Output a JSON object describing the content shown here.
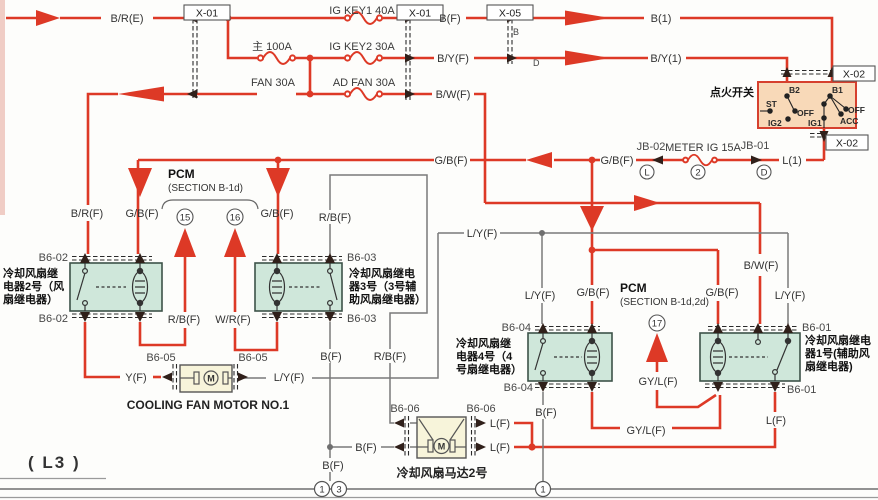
{
  "diagram": {
    "sheet": "( L3 )",
    "w": {
      "bre": "B/R(E)",
      "bf": "B(F)",
      "byf": "B/Y(F)",
      "bwf": "B/W(F)",
      "b1": "B(1)",
      "by1": "B/Y(1)",
      "l1": "L(1)",
      "gbf": "G/B(F)",
      "brf": "B/R(F)",
      "rbf": "R/B(F)",
      "wrf": "W/R(F)",
      "yf": "Y(F)",
      "lyf": "L/Y(F)",
      "gylf": "GY/L(F)",
      "lf": "L(F)"
    },
    "fuses": {
      "main": "主 100A",
      "igkey1": "IG KEY1 40A",
      "igkey2": "IG KEY2 30A",
      "fan": "FAN 30A",
      "adfan": "AD FAN 30A",
      "meterig": "METER IG 15A"
    },
    "connectors": {
      "x01": "X-01",
      "x05": "X-05",
      "x02": "X-02",
      "jb01": "JB-01",
      "jb02": "JB-02",
      "b601": "B6-01",
      "b602": "B6-02",
      "b603": "B6-03",
      "b604": "B6-04",
      "b605": "B6-05",
      "b606": "B6-06"
    },
    "pins": {
      "b": "B",
      "d": "D",
      "jbl": "L",
      "jbd": "D",
      "f2": "2",
      "p15": "15",
      "p16": "16",
      "p17": "17",
      "g1": "1",
      "g3": "3",
      "m": "M"
    },
    "ignition": {
      "title": "点火开关",
      "st": "ST",
      "b2": "B2",
      "b1": "B1",
      "off1": "OFF",
      "off2": "OFF",
      "ig2": "IG2",
      "ig1": "IG1",
      "acc": "ACC"
    },
    "pcm_left": {
      "name": "PCM",
      "section": "(SECTION B-1d)"
    },
    "pcm_right": {
      "name": "PCM",
      "section": "(SECTION B-1d,2d)"
    },
    "relay2": [
      "冷却风扇继",
      "电器2号（风",
      "扇继电器）"
    ],
    "relay3": [
      "冷却风扇继电",
      "器3号（3号辅",
      "助风扇继电器）"
    ],
    "relay4": [
      "冷却风扇继",
      "电器4号（4",
      "号扇继电器）"
    ],
    "relay1": [
      "冷却风扇继电",
      "器1号(辅助风",
      "扇继电器)"
    ],
    "motor1": "COOLING FAN MOTOR NO.1",
    "motor2": "冷却风扇马达2号",
    "colors": {
      "power": "#dd3926",
      "signal": "#7a7a7a",
      "relay_fill": "#cfe7da",
      "ign_fill": "#f8d9b8",
      "motor_fill": "#f7f4da"
    }
  }
}
